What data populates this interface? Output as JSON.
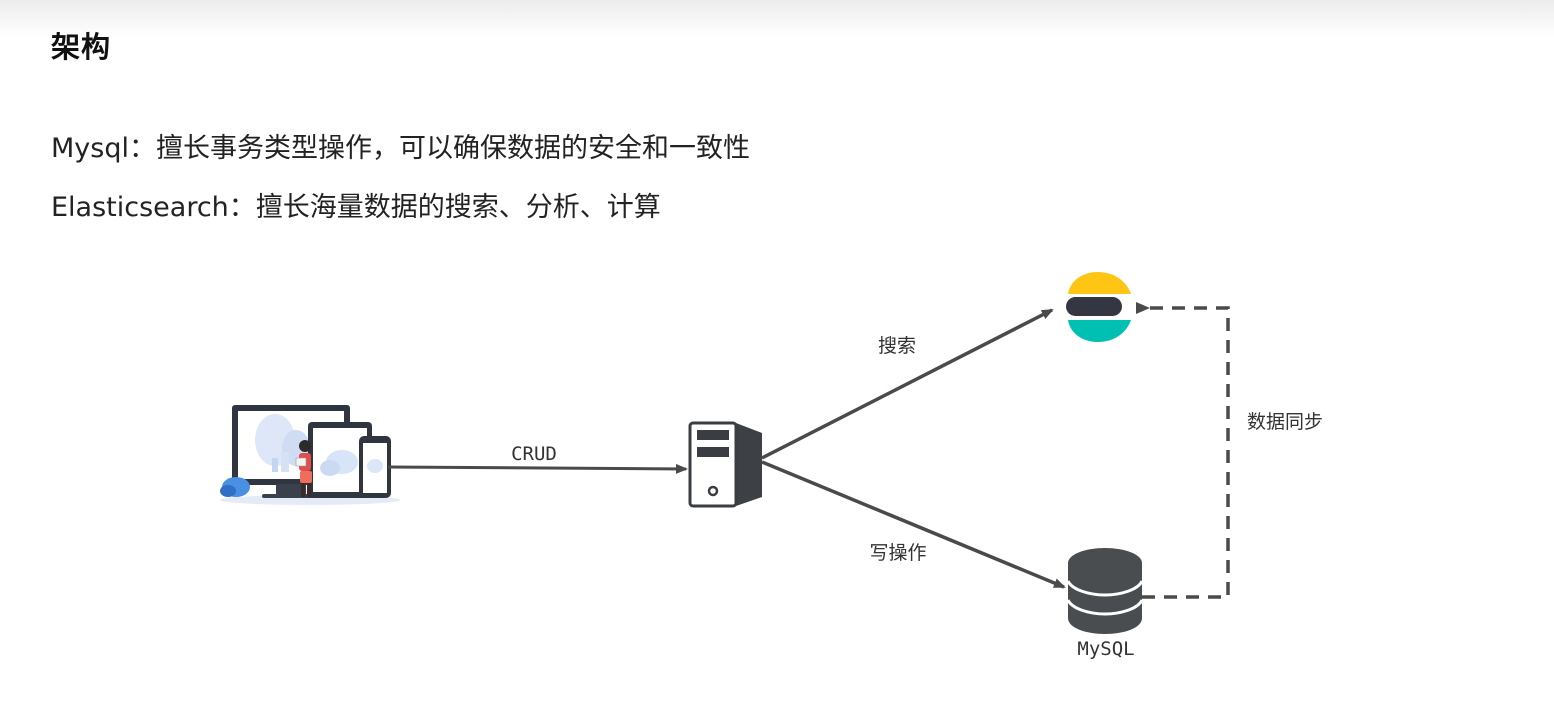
{
  "page": {
    "title": "架构",
    "descriptions": [
      "Mysql：擅长事务类型操作，可以确保数据的安全和一致性",
      "Elasticsearch：擅长海量数据的搜索、分析、计算"
    ]
  },
  "diagram": {
    "nodes": {
      "client": {
        "icon": "client-devices-icon"
      },
      "server": {
        "icon": "server-icon"
      },
      "elasticsearch": {
        "icon": "elasticsearch-logo-icon",
        "colors": [
          "#FEC514",
          "#343741",
          "#00BFB3"
        ]
      },
      "mysql": {
        "icon": "database-icon",
        "label": "MySQL"
      }
    },
    "edges": {
      "crud": "CRUD",
      "search": "搜索",
      "write": "写操作",
      "sync": "数据同步"
    },
    "colors": {
      "line": "#4a4a4a",
      "database": "#4a4d4f"
    }
  }
}
